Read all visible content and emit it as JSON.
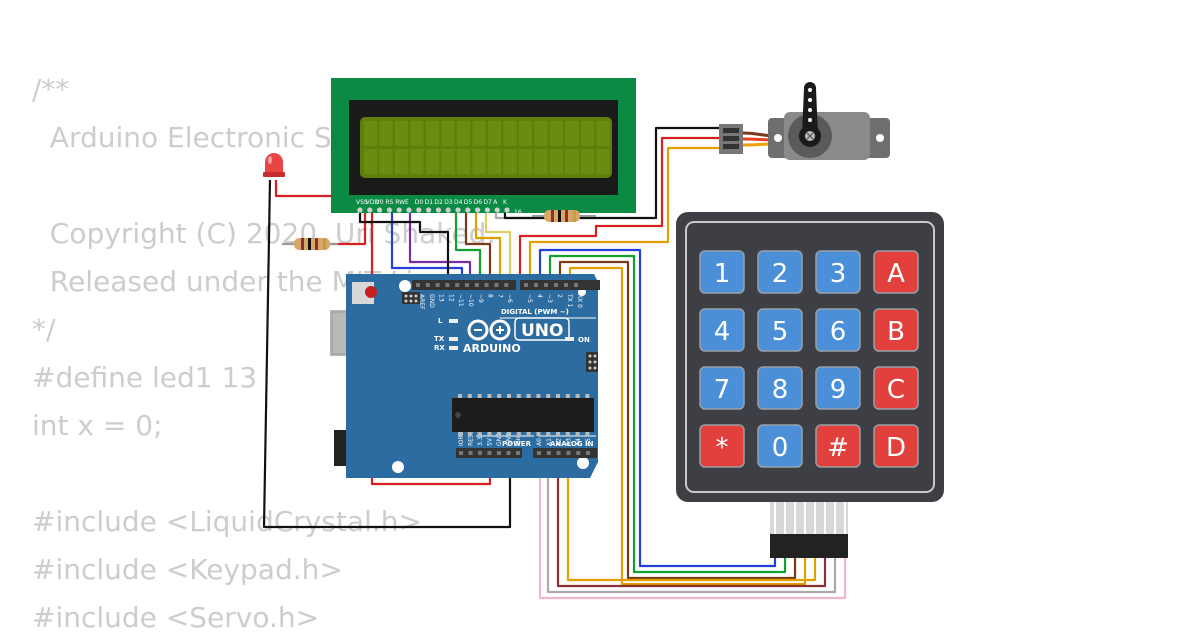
{
  "code_lines": [
    "/**",
    "  Arduino Electronic Safe",
    "",
    "  Copyright (C) 2020, Uri Shaked.",
    "  Released under the MIT License.",
    "*/",
    "#define led1 13",
    "int x = 0;",
    "",
    "#include <LiquidCrystal.h>",
    "#include <Keypad.h>",
    "#include <Servo.h>"
  ],
  "keypad": {
    "keys": [
      [
        "1",
        "2",
        "3",
        "A"
      ],
      [
        "4",
        "5",
        "6",
        "B"
      ],
      [
        "7",
        "8",
        "9",
        "C"
      ],
      [
        "*",
        "0",
        "#",
        "D"
      ]
    ],
    "colors": {
      "blue": "#4a8fd8",
      "red": "#e2403d",
      "frame": "#3d3f44"
    }
  },
  "arduino": {
    "brand": "ARDUINO",
    "model": "UNO",
    "digital_label": "DIGITAL (PWM ~)",
    "power_label": "POWER",
    "analog_label": "ANALOG IN",
    "on_label": "ON",
    "led_labels": [
      "L",
      "TX",
      "RX"
    ],
    "top_pins": [
      "AREF",
      "GND",
      "13",
      "12",
      "~11",
      "~10",
      "~9",
      "8",
      "7",
      "~6",
      "~5",
      "4",
      "~3",
      "2",
      "TX 1",
      "RX 0"
    ],
    "bottom_pins": [
      "IOREF",
      "RESET",
      "3.3V",
      "5V",
      "GND",
      "GND",
      "Vin",
      "A0",
      "A1",
      "A2",
      "A3",
      "A4",
      "A5"
    ],
    "color": "#2d6ca0"
  },
  "lcd": {
    "pins": [
      "VSS",
      "VDD",
      "V0",
      "RS",
      "RW",
      "E",
      "D0",
      "D1",
      "D2",
      "D3",
      "D4",
      "D5",
      "D6",
      "D7",
      "A",
      "K"
    ],
    "pin_numbers": [
      "1",
      "16"
    ],
    "board_color": "#0a8a43",
    "screen_color": "#5e7f0a"
  }
}
